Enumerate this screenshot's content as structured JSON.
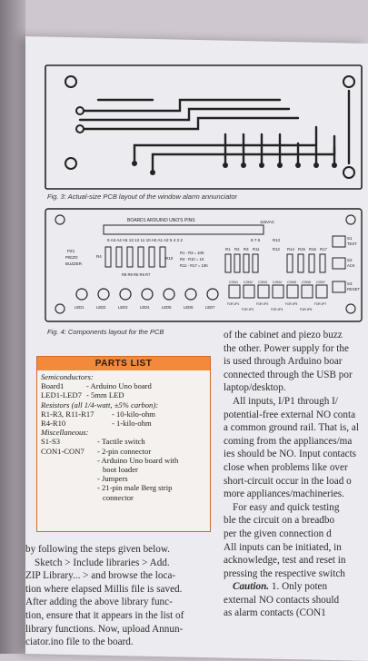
{
  "figures": {
    "fig3_caption": "Fig. 3: Actual-size PCB layout of the window alarm annunciator",
    "fig4_caption": "Fig. 4: Components layout for the PCB",
    "fig4_labels": {
      "board": "BOARD1  ARDUINO UNO'S PINS",
      "pin_row": "9 A3 A4 A5 13 12 11 10 A0 A1 A2 5 4 3 2",
      "right_pins": "8 7 6",
      "power": "115VAC",
      "pz1": "PZ1",
      "piezo": "PIEZO",
      "buzzer": "BUZZER",
      "r4": "R4",
      "r_bottom": "R8 R9 R5 R6 R7",
      "r10": "R10",
      "res_note1": "R1 - R3 = 10K",
      "res_note2": "R4 - R10 = 1K",
      "res_note3": "R11 - R17 = 10K",
      "r13": "R13",
      "r12": "R12",
      "r11": "R11",
      "r1": "R1",
      "r2": "R2",
      "r3": "R3",
      "r14": "R14",
      "r15": "R15",
      "r16": "R16",
      "r17": "R17",
      "s1": "S1",
      "s1_label": "TEST",
      "s2": "S2",
      "s2_label": "ACK",
      "s3": "S3",
      "s3_label": "RESET",
      "leds": [
        "LED1",
        "LED2",
        "LED3",
        "LED4",
        "LED5",
        "LED6",
        "LED7"
      ],
      "cons": [
        "CON1",
        "CON2",
        "CON3",
        "CON4",
        "CON5",
        "CON6",
        "CON7"
      ],
      "fors": [
        "FOR I/P1",
        "FOR I/P2",
        "FOR I/P3",
        "FOR I/P4",
        "FOR I/P5",
        "FOR I/P6",
        "FOR I/P7"
      ]
    }
  },
  "parts_list": {
    "title": "PARTS LIST",
    "semiconductors": "Semiconductors:",
    "board1_ref": "Board1",
    "board1_val": "- Arduino Uno board",
    "led_ref": "LED1-LED7",
    "led_val": "- 5mm LED",
    "resistors": "Resistors (all 1/4-watt, ±5% carbon):",
    "r1_ref": "R1-R3, R11-R17",
    "r1_val": "- 10-kilo-ohm",
    "r4_ref": "R4-R10",
    "r4_val": "- 1-kilo-ohm",
    "misc": "Miscellaneous:",
    "s_ref": "S1-S3",
    "s_val": "- Tactile switch",
    "con_ref": "CON1-CON7",
    "con_val": "- 2-pin connector",
    "m3": "- Arduino Uno board with",
    "m3b": "boot loader",
    "m4": "- Jumpers",
    "m5": "- 21-pin male Berg strip",
    "m5b": "connector"
  },
  "left_text": [
    "by following the steps given below.",
    "Sketch > Include libraries > Add.",
    "ZIP Library... > and browse the loca-",
    "tion where elapsed Millis file is saved.",
    "After adding the above library func-",
    "tion, ensure that it appears in the list of",
    "library functions. Now, upload Annun-",
    "ciator.ino file to the board."
  ],
  "right_text": {
    "p1": [
      "of the cabinet and piezo buzz",
      "the other. Power supply for the",
      "is used through Arduino boar",
      "connected through the USB por",
      "laptop/desktop."
    ],
    "p2": [
      "All inputs, I/P1 through I/",
      "potential-free external NO conta",
      "a common ground rail. That is, al",
      "coming from the appliances/ma",
      "ies should be NO. Input contacts",
      "close when problems like over",
      "short-circuit occur in the load o",
      "more appliances/machineries."
    ],
    "p3": [
      "For easy and quick testing",
      "ble the circuit on a breadbo",
      "per the given connection d",
      "All inputs can be initiated, in",
      "acknowledge, test and reset in",
      "pressing the respective switch"
    ],
    "caution_word": "Caution.",
    "p4": [
      " 1. Only poten",
      "external NO contacts should",
      "as alarm contacts (CON1"
    ]
  }
}
